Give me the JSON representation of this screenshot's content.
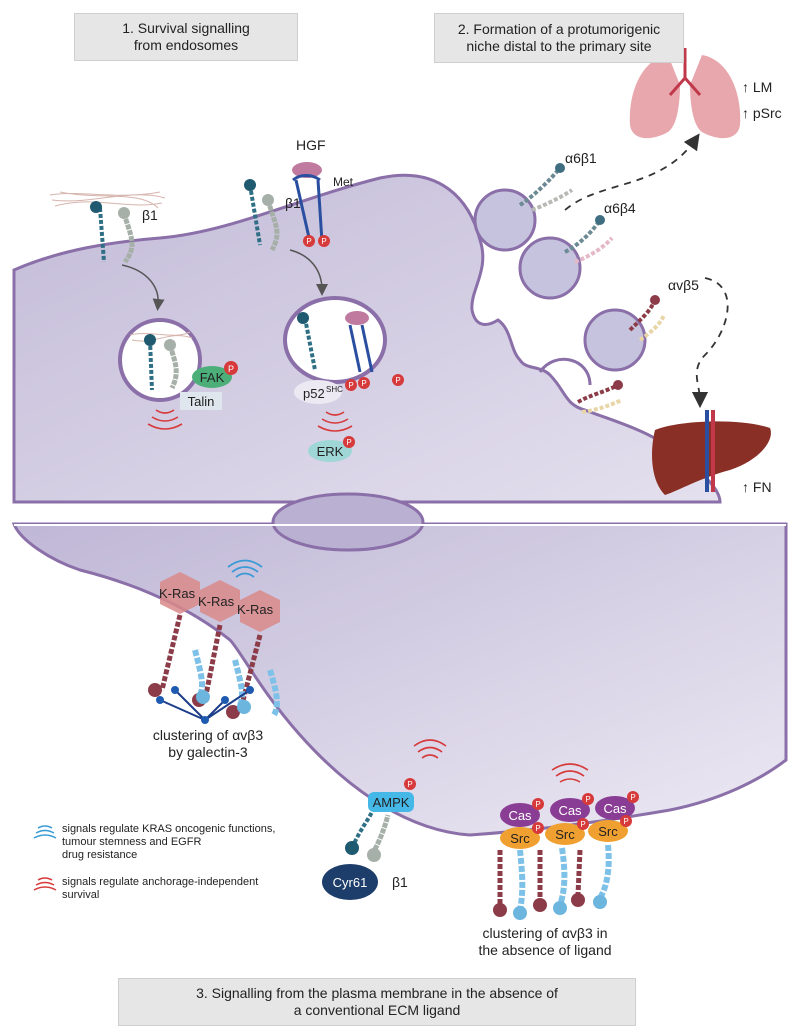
{
  "panels": {
    "p1": {
      "line1": "1. Survival signalling",
      "line2": "from endosomes"
    },
    "p2": {
      "line1": "2. Formation of a protumorigenic",
      "line2": "niche distal to the primary site"
    },
    "p3": {
      "line1": "3. Signalling from the plasma membrane in the absence of",
      "line2": "a conventional ECM ligand"
    }
  },
  "labels": {
    "hgf": "HGF",
    "met": "Met",
    "beta1_a": "β1",
    "beta1_b": "β1",
    "beta1_c": "β1",
    "fak": "FAK",
    "talin": "Talin",
    "p52": "p52",
    "p52_sup": "SHC",
    "erk": "ERK",
    "phospho": "P",
    "a6b1": "α6β1",
    "a6b4": "α6β4",
    "avb5": "αvβ5",
    "lm": "↑ LM",
    "psrc": "↑ pSrc",
    "fn": "↑ FN",
    "kras1": "K-Ras",
    "kras2": "K-Ras",
    "kras3": "K-Ras",
    "galectin_line1": "clustering of αvβ3",
    "galectin_line2": "by galectin-3",
    "ampk": "AMPK",
    "cyr61": "Cyr61",
    "cas": "Cas",
    "src": "Src",
    "absence_line1": "clustering of αvβ3 in",
    "absence_line2": "the absence of ligand"
  },
  "legend": {
    "blue_line1": "signals regulate KRAS oncogenic functions,",
    "blue_line2": "tumour stemness and EGFR",
    "blue_line3": "drug resistance",
    "red_line1": "signals regulate anchorage-independent",
    "red_line2": "survival"
  },
  "colors": {
    "cell": "#cfc9e0",
    "membrane": "#8a6fa8",
    "phospho": "#d63a3a",
    "blue_signal": "#3a9ad6",
    "red_signal": "#d63a3a",
    "fak": "#4caf7a",
    "erk": "#9fd6d6",
    "ampk": "#46b8e8",
    "cas": "#8a3d94",
    "src": "#f0a030",
    "cyr61": "#1d3e6b",
    "kras": "#d98a8a",
    "liver": "#8a2f26",
    "lung": "#e8a7ad"
  }
}
